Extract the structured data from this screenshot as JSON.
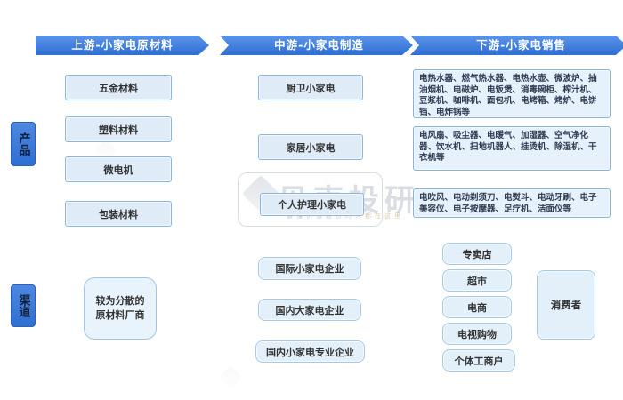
{
  "headers": {
    "upstream": "上游-小家电原材料",
    "midstream": "中游-小家电制造",
    "downstream": "下游-小家电销售"
  },
  "row_labels": {
    "products": "产品",
    "channels": "渠道"
  },
  "upstream": {
    "products": [
      "五金材料",
      "塑料材料",
      "微电机",
      "包装材料"
    ],
    "channel_supplier": {
      "line1": "较为分散的",
      "line2": "原材料厂商"
    }
  },
  "midstream": {
    "products": [
      "厨卫小家电",
      "家居小家电",
      "个人护理小家电"
    ],
    "channels": [
      "国际小家电企业",
      "国内大家电企业",
      "国内小家电专业企业"
    ]
  },
  "downstream": {
    "product_groups": [
      "电热水器、燃气热水器、电热水壶、微波炉、抽油烟机、电磁炉、电饭煲、消毒碗柜、榨汁机、豆浆机、咖啡机、面包机、电烤箱、烤炉、电饼铛、电炸锅等",
      "电风扇、吸尘器、电暖气、加湿器、空气净化器、饮水机、扫地机器人、挂烫机、除湿机、干衣机等",
      "电吹风、电动剃须刀、电熨斗、电动牙刷、电子美容仪、电子按摩器、足疗机、洁面仪等"
    ],
    "channels": [
      "专卖店",
      "超市",
      "电商",
      "电视购物",
      "个体工商户"
    ],
    "consumer": "消费者"
  },
  "watermark": {
    "brand": "贝壳投研",
    "slogan": "最懂价值投资的人都在这里"
  },
  "colors": {
    "banner_blue": "#3b7ddd",
    "box_fill": "#dfecf8",
    "box_border": "#8ab7e0",
    "dense_fill": "#e6f1fb",
    "dense_border": "#85b3dc"
  }
}
